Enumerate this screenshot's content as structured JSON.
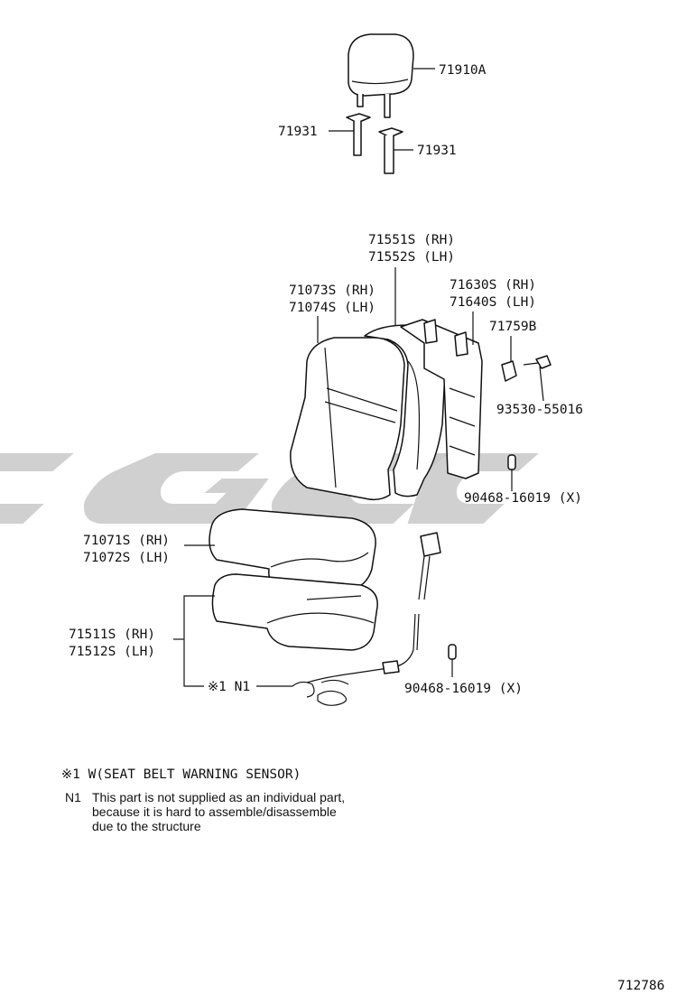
{
  "labels": {
    "headrest": "71910A",
    "support_left": "71931",
    "support_right": "71931",
    "back_pad_rh": "71551S (RH)",
    "back_pad_lh": "71552S (LH)",
    "back_cover_rh": "71073S (RH)",
    "back_cover_lh": "71074S (LH)",
    "back_frame_rh": "71630S (RH)",
    "back_frame_lh": "71640S (LH)",
    "clip": "71759B",
    "bolt": "93530-55016",
    "fastener_upper": "90468-16019 (X)",
    "cushion_cover_rh": "71071S (RH)",
    "cushion_cover_lh": "71072S (LH)",
    "cushion_pad_rh": "71511S (RH)",
    "cushion_pad_lh": "71512S (LH)",
    "sensor_ref": "※1 N1",
    "fastener_lower": "90468-16019 (X)"
  },
  "notes": {
    "n1_header": "※1 W(SEAT BELT WARNING SENSOR)",
    "n1_prefix": "N1",
    "n1_line1": "This part is not supplied as an individual  part,",
    "n1_line2": "because it is hard to assemble/disassemble",
    "n1_line3": "due to the structure"
  },
  "figure_number": "712786"
}
